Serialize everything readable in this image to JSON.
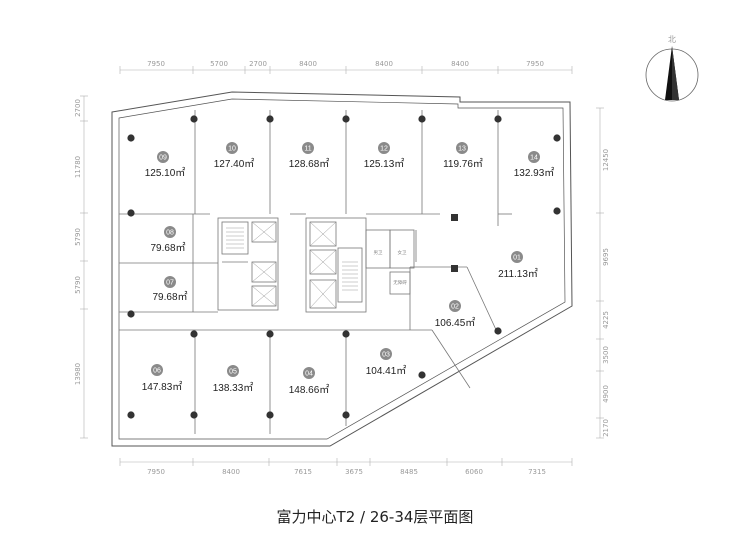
{
  "caption": "富力中心T2 / 26-34层平面图",
  "north_label": "北",
  "dimensions": {
    "top": [
      "7950",
      "5700",
      "2700",
      "8400",
      "8400",
      "8400",
      "7950"
    ],
    "bottom": [
      "7950",
      "8400",
      "7615",
      "3675",
      "8485",
      "6060",
      "7315"
    ],
    "left": [
      "2700",
      "11780",
      "5790",
      "5790",
      "13980"
    ],
    "right": [
      "12450",
      "9695",
      "4225",
      "3500",
      "4900",
      "2170"
    ]
  },
  "core_labels": [
    "男卫",
    "女卫",
    "无障碍"
  ],
  "units": [
    {
      "num": "01",
      "area": "211.13㎡"
    },
    {
      "num": "02",
      "area": "106.45㎡"
    },
    {
      "num": "03",
      "area": "104.41㎡"
    },
    {
      "num": "04",
      "area": "148.66㎡"
    },
    {
      "num": "05",
      "area": "138.33㎡"
    },
    {
      "num": "06",
      "area": "147.83㎡"
    },
    {
      "num": "07",
      "area": "79.68㎡"
    },
    {
      "num": "08",
      "area": "79.68㎡"
    },
    {
      "num": "09",
      "area": "125.10㎡"
    },
    {
      "num": "10",
      "area": "127.40㎡"
    },
    {
      "num": "11",
      "area": "128.68㎡"
    },
    {
      "num": "12",
      "area": "125.13㎡"
    },
    {
      "num": "13",
      "area": "119.76㎡"
    },
    {
      "num": "14",
      "area": "132.93㎡"
    }
  ],
  "colors": {
    "line": "#555555",
    "dim": "#9a9a9a",
    "badge": "#8a8a8a",
    "column": "#333333",
    "text": "#222222"
  }
}
